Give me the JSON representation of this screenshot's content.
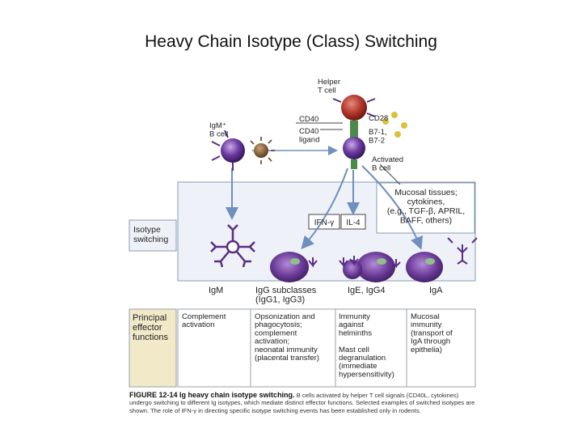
{
  "title": "Heavy Chain Isotype (Class) Switching",
  "labels": {
    "helper_t_cell": [
      "Helper",
      "T cell"
    ],
    "igm_b_cell": [
      "IgM⁺",
      "B cell"
    ],
    "cd40": "CD40",
    "cd40_ligand": [
      "CD40",
      "ligand"
    ],
    "cd28": "CD28",
    "b7": [
      "B7-1,",
      "B7-2"
    ],
    "activated_b_cell": [
      "Activated",
      "B cell"
    ],
    "mucosal": [
      "Mucosal tissues;",
      "cytokines,",
      "(e.g., TGF-β, APRIL,",
      "BAFF, others)"
    ],
    "ifn_gamma": "IFN-γ",
    "il4": "IL-4",
    "isotype_switching": [
      "Isotype",
      "switching"
    ],
    "isotypes": [
      {
        "lines": [
          "IgM"
        ]
      },
      {
        "lines": [
          "IgG subclasses",
          "(IgG1, IgG3)"
        ]
      },
      {
        "lines": [
          "IgE, IgG4"
        ]
      },
      {
        "lines": [
          "IgA"
        ]
      }
    ],
    "principal_effector": [
      "Principal",
      "effector",
      "functions"
    ],
    "functions": [
      {
        "lines": [
          "Complement",
          "activation"
        ]
      },
      {
        "lines": [
          "Opsonization and",
          "phagocytosis;",
          "complement",
          "activation;",
          "neonatal immunity",
          "(placental transfer)"
        ]
      },
      {
        "lines": [
          "Immunity",
          "against",
          "helminths",
          "",
          "Mast cell",
          "degranulation",
          "(immediate",
          "hypersensitivity)"
        ]
      },
      {
        "lines": [
          "Mucosal",
          "immunity",
          "(transport of",
          "IgA through",
          "epithelia)"
        ]
      }
    ]
  },
  "caption": {
    "figure_label": "FIGURE 12-14 Ig heavy chain isotype switching.",
    "text": "B cells activated by helper T cell signals (CD40L, cytokines) undergo switching to different Ig isotypes, which mediate distinct effector functions. Selected examples of switched isotypes are shown. The role of IFN-γ in directing specific isotype switching events has been established only in rodents."
  },
  "colors": {
    "t_cell": "#a52a2a",
    "b_cell": "#5a2d82",
    "plasma_cell": "#6a3a96",
    "panel": "#eef2f8",
    "label_panel": "#f2e9c9",
    "arrow": "#6f8fbf"
  }
}
